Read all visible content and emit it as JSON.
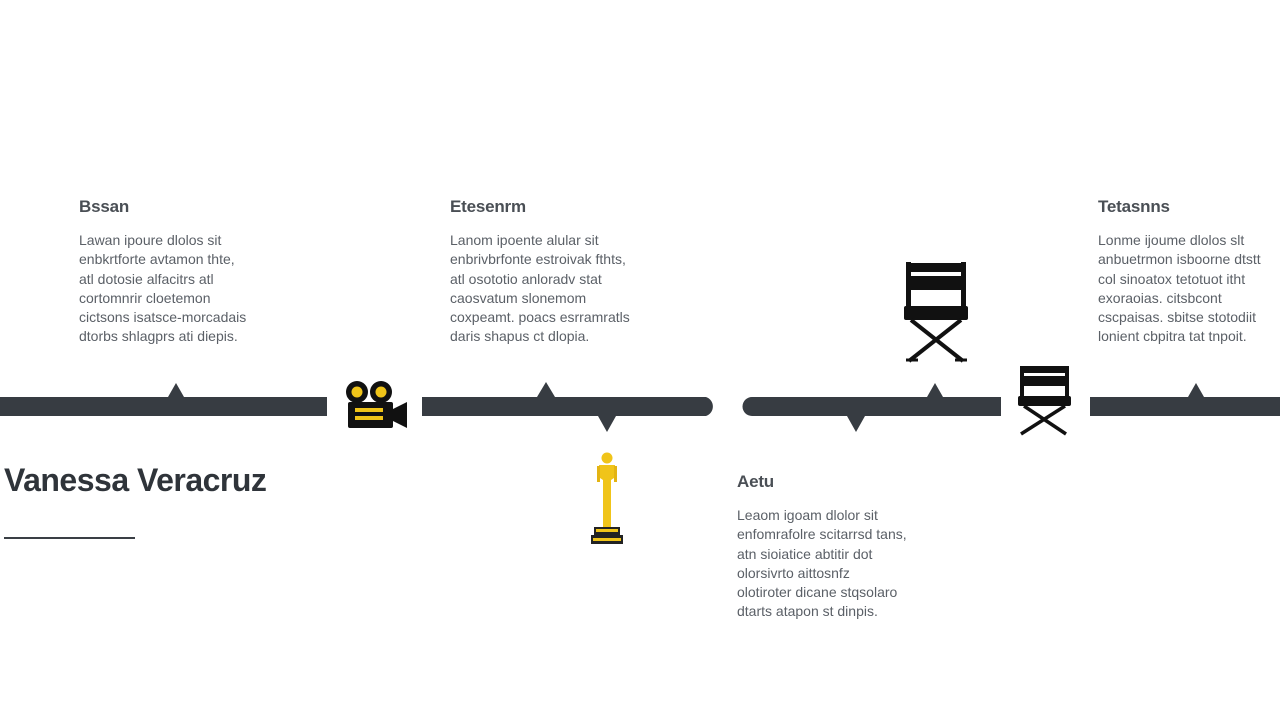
{
  "person": {
    "name": "Vanessa Veracruz"
  },
  "colors": {
    "timeline": "#373c42",
    "award_gold": "#f0c419",
    "icon_dark": "#111111",
    "text": "#5b6067"
  },
  "milestones": [
    {
      "heading": "Bssan",
      "body": "Lawan ipoure dlolos sit\nenbkrtforte avtamon thte,\natl dotosie alfacitrs atl\ncortomnrir cloetemon\ncictsons isatsce-morcadais\ndtorbs shlagprs ati diepis.",
      "icon": "film-camera-icon"
    },
    {
      "heading": "Etesenrm",
      "body": "Lanom ipoente alular sit\nenbrivbrfonte estroivak fthts,\natl osototio anloradv stat\ncaosvatum slonemom\ncoxpeamt. poacs esrramratls\ndaris shapus ct dlopia.",
      "icon": "award-statuette-icon"
    },
    {
      "heading": "Aetu",
      "body": "Leaom igoam dlolor sit\nenfomrafolre scitarrsd tans,\natn sioiatice abtitir dot\nolorsivrto aittosnfz\nolotiroter dicane stqsolaro\ndtarts atapon st dinpis.",
      "icon": "director-chair-icon"
    },
    {
      "heading": "Tetasnns",
      "body": "Lonme ijoume dlolos slt\nanbuetrmon isboorne dtstt\ncol sinoatox tetotuot itht\nexoraoias. citsbcont\ncscpaisas. sbitse stotodiit\nlonient cbpitra tat tnpoit.",
      "icon": "director-chair-icon"
    }
  ]
}
